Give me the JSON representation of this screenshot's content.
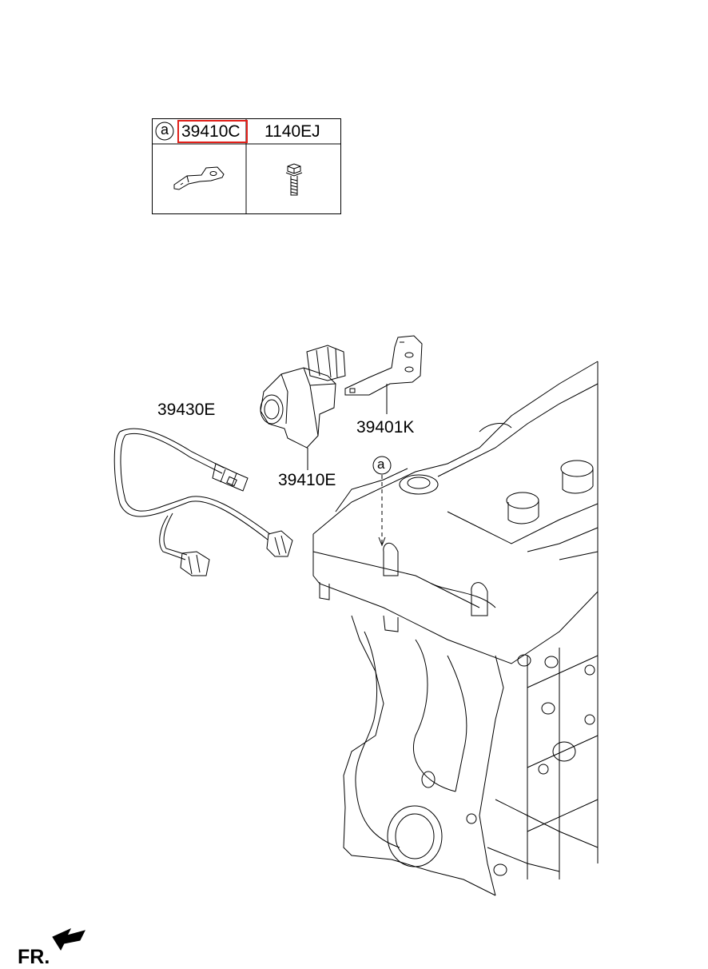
{
  "table": {
    "ref_marker": "a",
    "col1_part": "39410C",
    "col2_part": "1140EJ"
  },
  "callouts": {
    "harness": "39430E",
    "bracket": "39401K",
    "sensor": "39410E",
    "ref_marker": "a"
  },
  "direction": {
    "label": "FR."
  },
  "colors": {
    "highlight": "#e0201a",
    "line": "#000000"
  }
}
